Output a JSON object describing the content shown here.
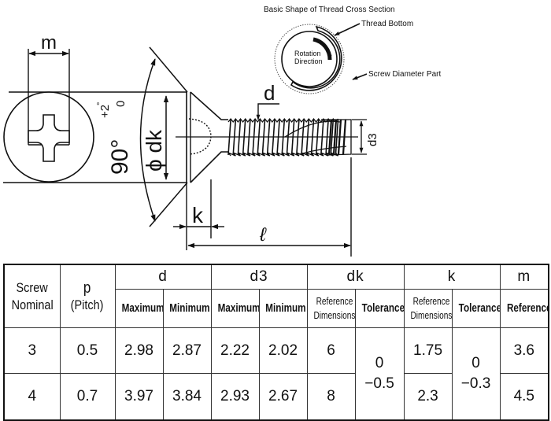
{
  "drawing": {
    "labels": {
      "m": "m",
      "angle": "90°",
      "angle_tol_plus": "+2",
      "angle_tol_deg": "°",
      "angle_tol_minus": "0",
      "dk": "ϕ dk",
      "d": "d",
      "d3": "d3",
      "k": "k",
      "l": "ℓ"
    },
    "cross_section": {
      "title": "Basic Shape of Thread Cross Section",
      "thread_bottom": "Thread Bottom",
      "rotation_line1": "Rotation",
      "rotation_line2": "Direction",
      "screw_diameter_part": "Screw Diameter Part"
    }
  },
  "table": {
    "headers": {
      "screw_nominal_line1": "Screw",
      "screw_nominal_line2": "Nominal",
      "pitch_line1": "p",
      "pitch_line2": "(Pitch)",
      "d": "d",
      "d3": "d3",
      "dk": "dk",
      "k": "k",
      "m": "m",
      "maximum": "Maximum",
      "minimum": "Minimum",
      "reference_dimensions_line1": "Reference",
      "reference_dimensions_line2": "Dimensions",
      "tolerance": "Tolerance",
      "reference": "Reference"
    },
    "rows": [
      {
        "nominal": "3",
        "pitch": "0.5",
        "d_max": "2.98",
        "d_min": "2.87",
        "d3_max": "2.22",
        "d3_min": "2.02",
        "dk_ref": "6",
        "k_ref": "1.75",
        "m_ref": "3.6"
      },
      {
        "nominal": "4",
        "pitch": "0.7",
        "d_max": "3.97",
        "d_min": "3.84",
        "d3_max": "2.93",
        "d3_min": "2.67",
        "dk_ref": "8",
        "k_ref": "2.3",
        "m_ref": "4.5"
      }
    ],
    "dk_tolerance": {
      "upper": "0",
      "lower": "−0.5"
    },
    "k_tolerance": {
      "upper": "0",
      "lower": "−0.3"
    }
  }
}
